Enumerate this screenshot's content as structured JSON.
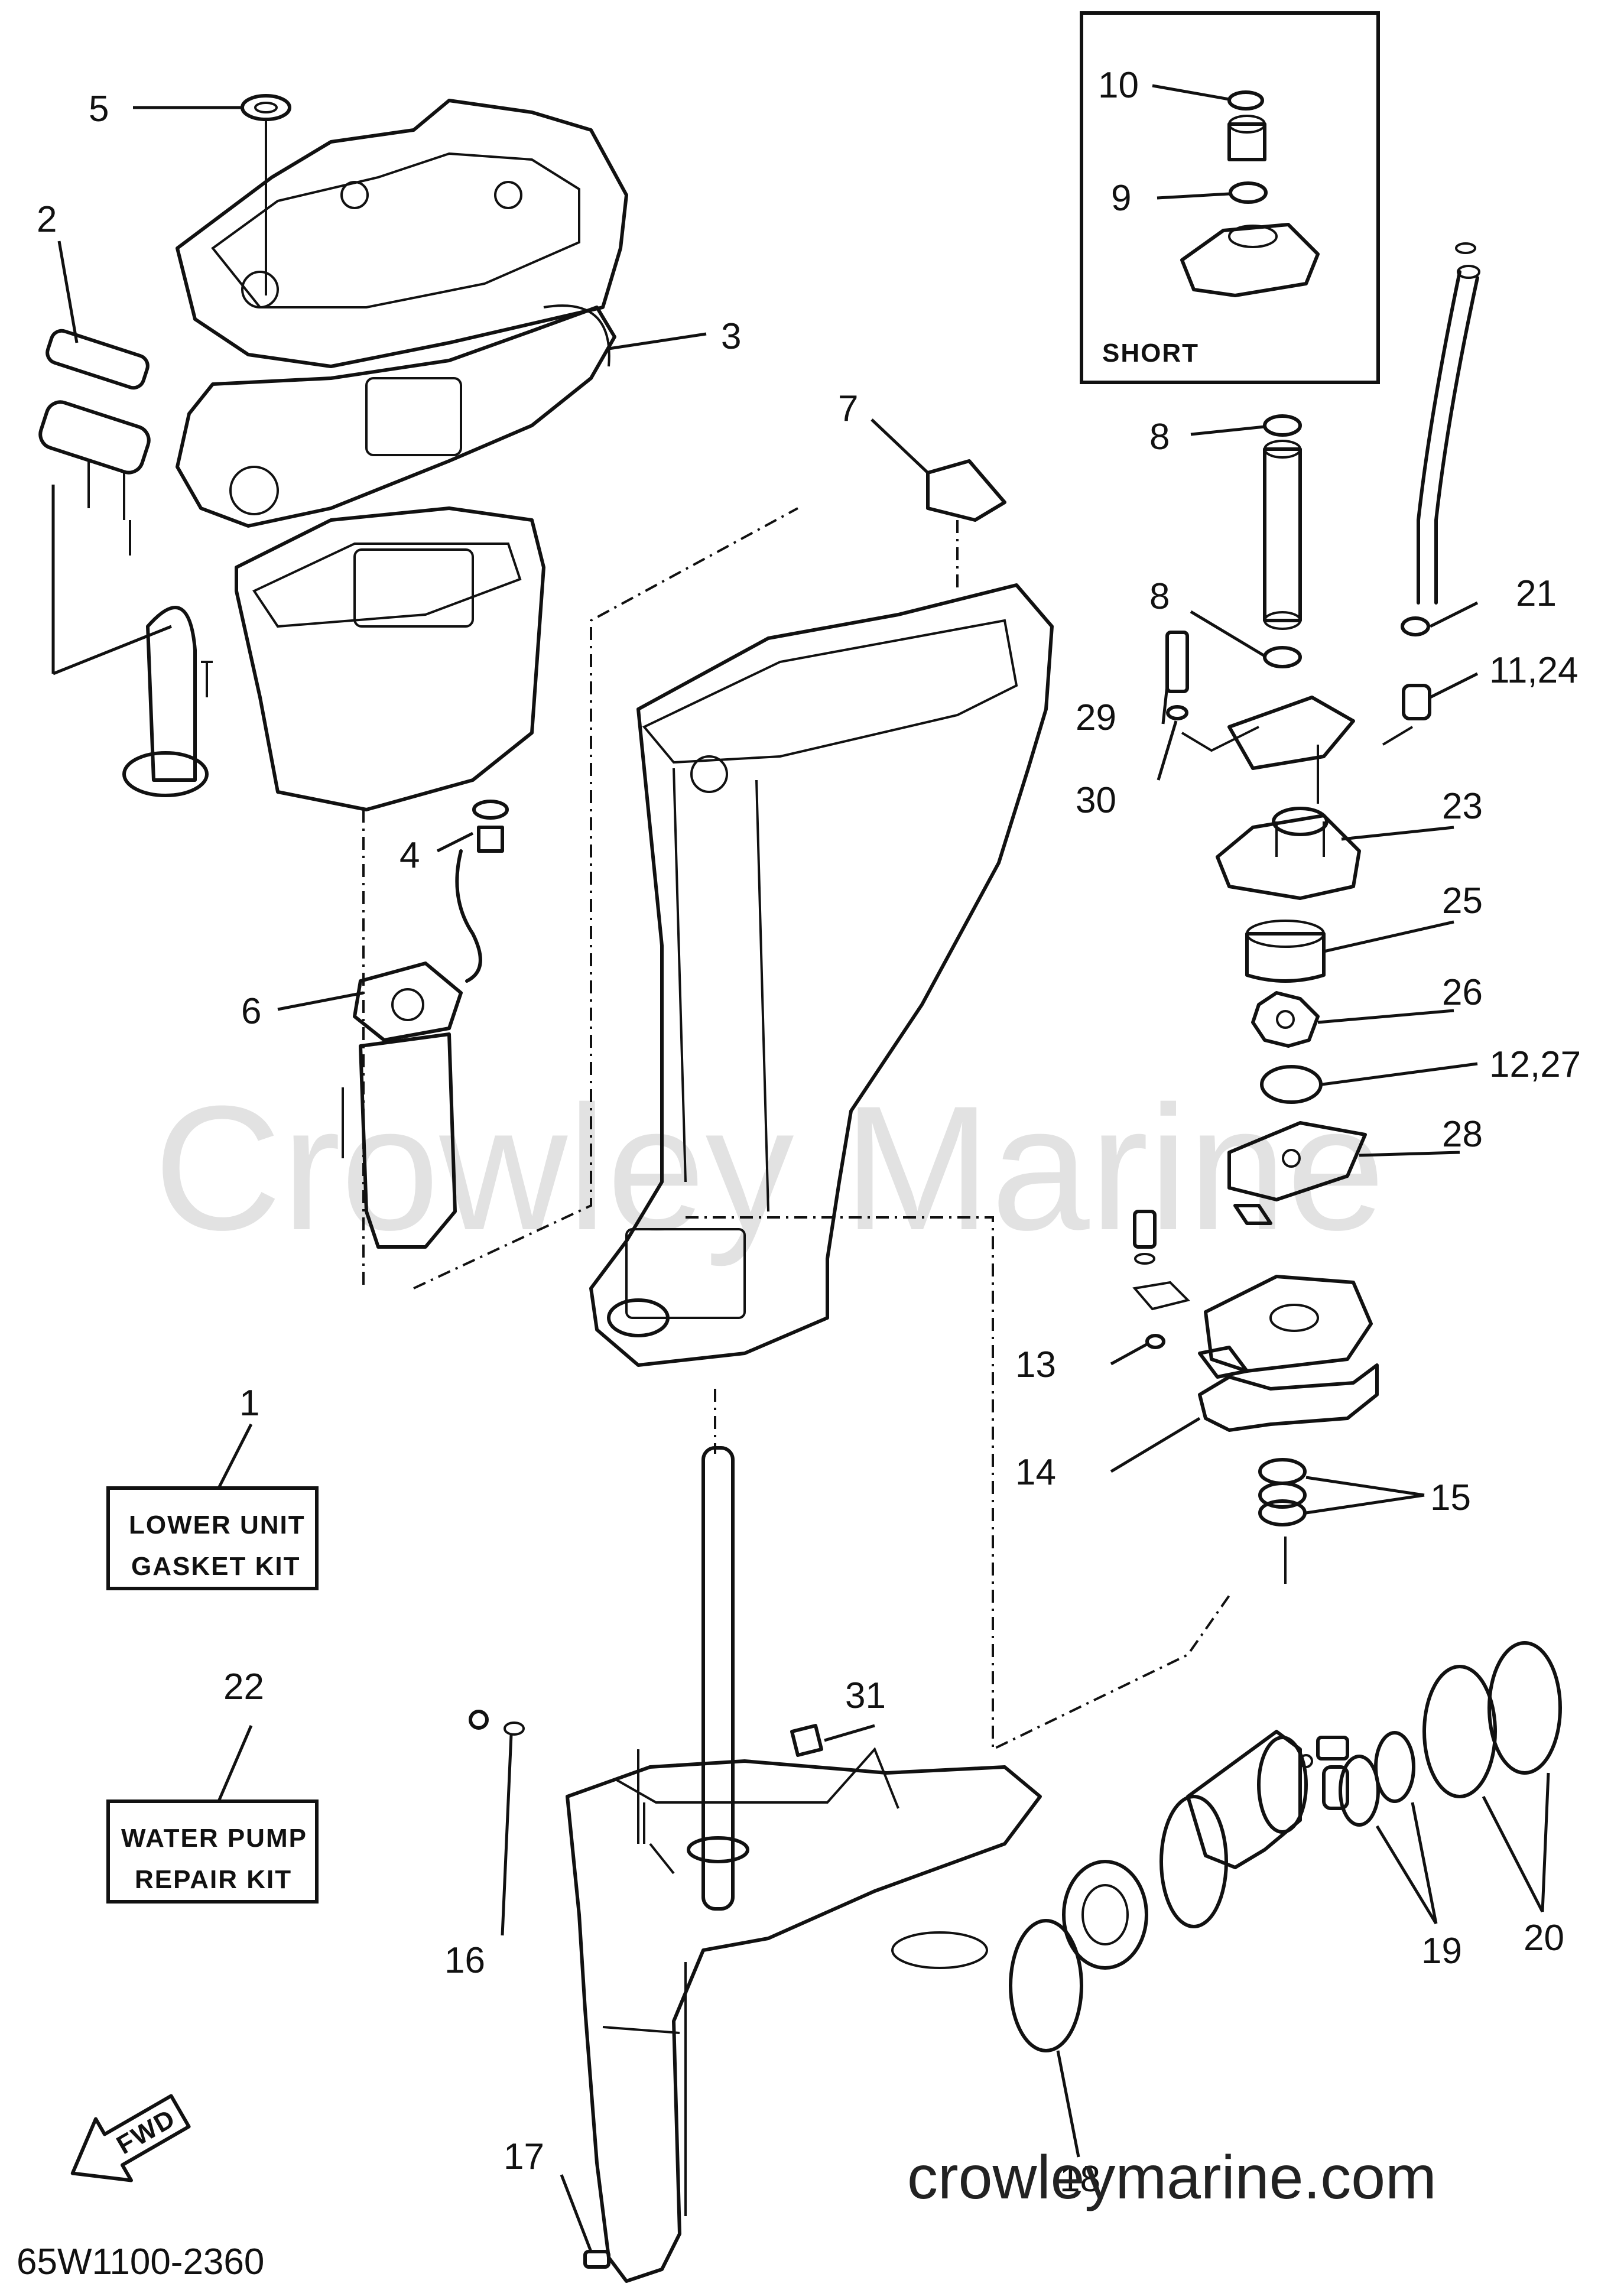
{
  "watermark": "Crowley Marine",
  "website": "crowleymarine.com",
  "diagram_code": "65W1100-2360",
  "fwd_label": "FWD",
  "short_box": {
    "label": "SHORT"
  },
  "kit_boxes": {
    "lower_unit": {
      "line1": "LOWER UNIT",
      "line2": "GASKET KIT"
    },
    "water_pump": {
      "line1": "WATER PUMP",
      "line2": "REPAIR KIT"
    }
  },
  "callouts": {
    "c1": "1",
    "c2": "2",
    "c3": "3",
    "c4": "4",
    "c5": "5",
    "c6": "6",
    "c7": "7",
    "c8a": "8",
    "c8b": "8",
    "c9": "9",
    "c10": "10",
    "c11_24": "11,24",
    "c12_27": "12,27",
    "c13": "13",
    "c14": "14",
    "c15": "15",
    "c16": "16",
    "c17": "17",
    "c18": "18",
    "c19": "19",
    "c20": "20",
    "c21": "21",
    "c22": "22",
    "c23": "23",
    "c25": "25",
    "c26": "26",
    "c28": "28",
    "c29": "29",
    "c30": "30",
    "c31": "31"
  },
  "colors": {
    "line": "#111111",
    "watermark": "#e2e2e2",
    "background": "#ffffff"
  }
}
